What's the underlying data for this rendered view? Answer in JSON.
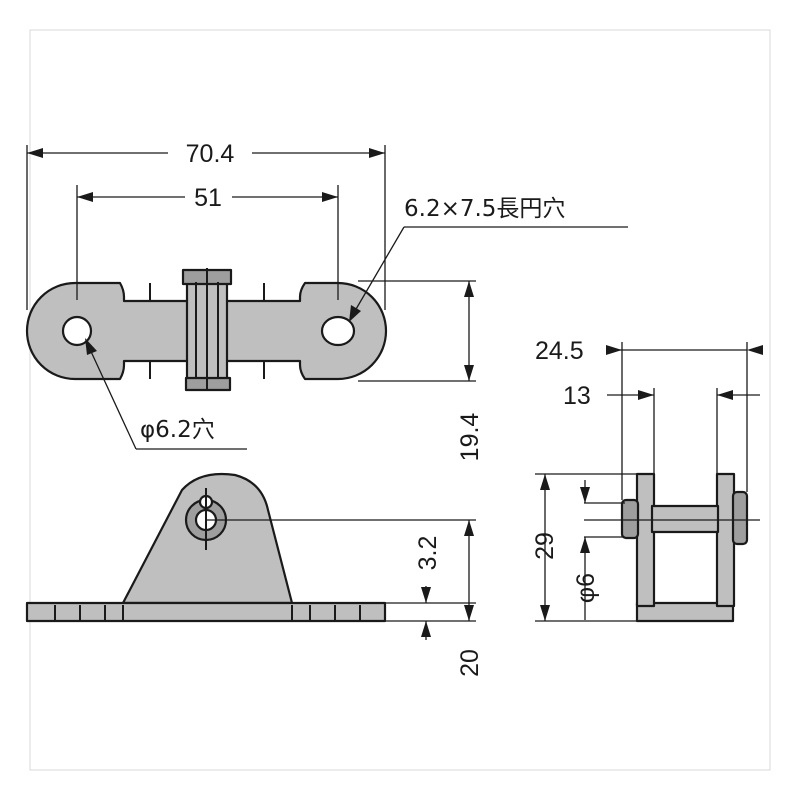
{
  "drawing": {
    "dimensions": {
      "overall_length": "70.4",
      "hole_pitch": "51",
      "slot_note": "6.2×7.5長円穴",
      "hole_note": "φ6.2穴",
      "base_width": "19.4",
      "plate_thickness": "3.2",
      "overall_height": "20",
      "side_overall_width": "24.5",
      "side_inner_width": "13",
      "pin_height": "29",
      "pin_diameter": "φ6"
    },
    "colors": {
      "part_fill": "#bfbfbf",
      "part_dark": "#9e9e9e",
      "line": "#1a1a1a",
      "background": "#ffffff"
    }
  }
}
